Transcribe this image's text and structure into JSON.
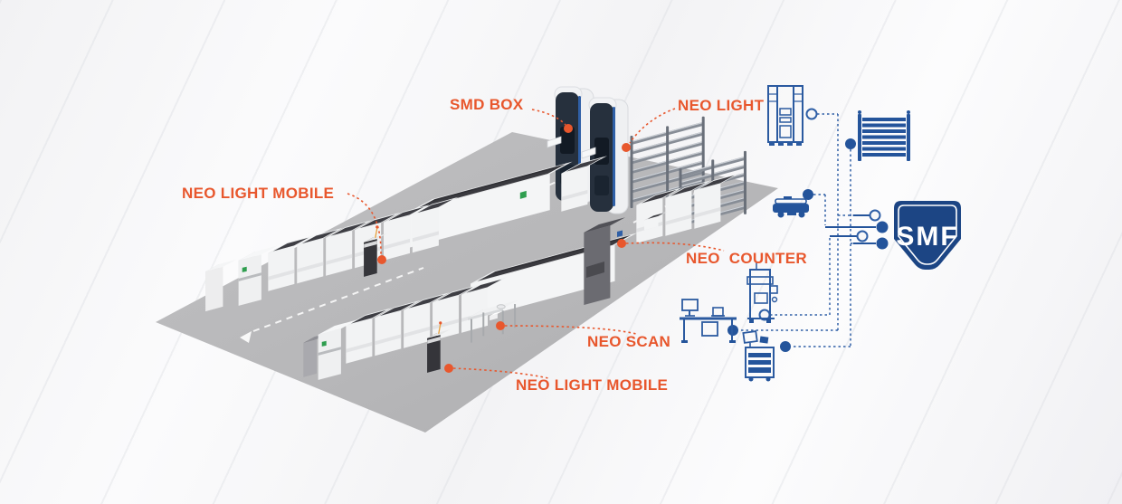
{
  "diagram_title": "SMT smart factory line with SMF connectivity",
  "callouts": {
    "smd_box": "SMD BOX",
    "neo_light": "NEO LIGHT",
    "neo_light_mobile_top": "NEO LIGHT MOBILE",
    "neo_counter": "NEO  COUNTER",
    "neo_scan": "NEO SCAN",
    "neo_light_mobile_bottom": "NEO LIGHT MOBILE"
  },
  "badge": {
    "label": "SMF"
  },
  "icons": {
    "smd_tower": "smd-tower-icon",
    "feeder_rack": "feeder-rack-icon",
    "agv": "agv-icon",
    "counter_machine": "counter-machine-icon",
    "scan_desk": "scan-desk-icon",
    "mobile_cart": "mobile-cart-icon"
  },
  "colors": {
    "accent_orange": "#E8572D",
    "line_blue": "#2F5FA6",
    "shield_navy": "#1C4584",
    "floor_gray": "#B9B9BB",
    "machine_dark": "#3E3E44",
    "brand_green": "#2F9E4F"
  }
}
